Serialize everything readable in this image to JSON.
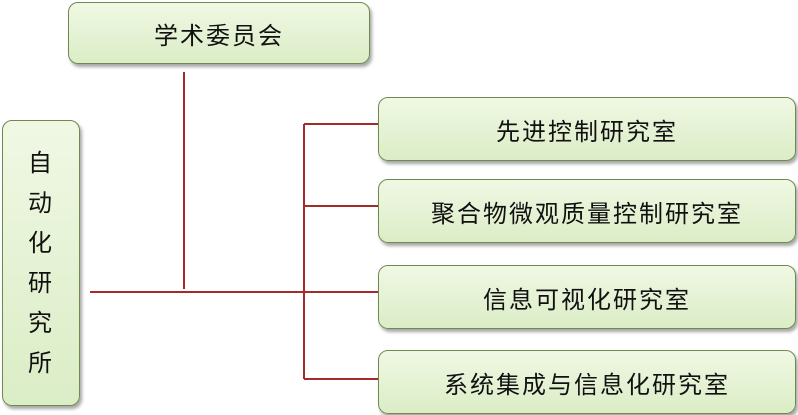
{
  "committee": {
    "label": "学术委员会"
  },
  "institute": {
    "label": "自动化研究所"
  },
  "labs": [
    {
      "label": "先进控制研究室"
    },
    {
      "label": "聚合物微观质量控制研究室"
    },
    {
      "label": "信息可视化研究室"
    },
    {
      "label": "系统集成与信息化研究室"
    }
  ],
  "colors": {
    "connector": "#a52a2a",
    "box_fill_top": "#f0f8e4",
    "box_fill_bottom": "#dbedc6",
    "box_border": "#6f8a4e"
  }
}
